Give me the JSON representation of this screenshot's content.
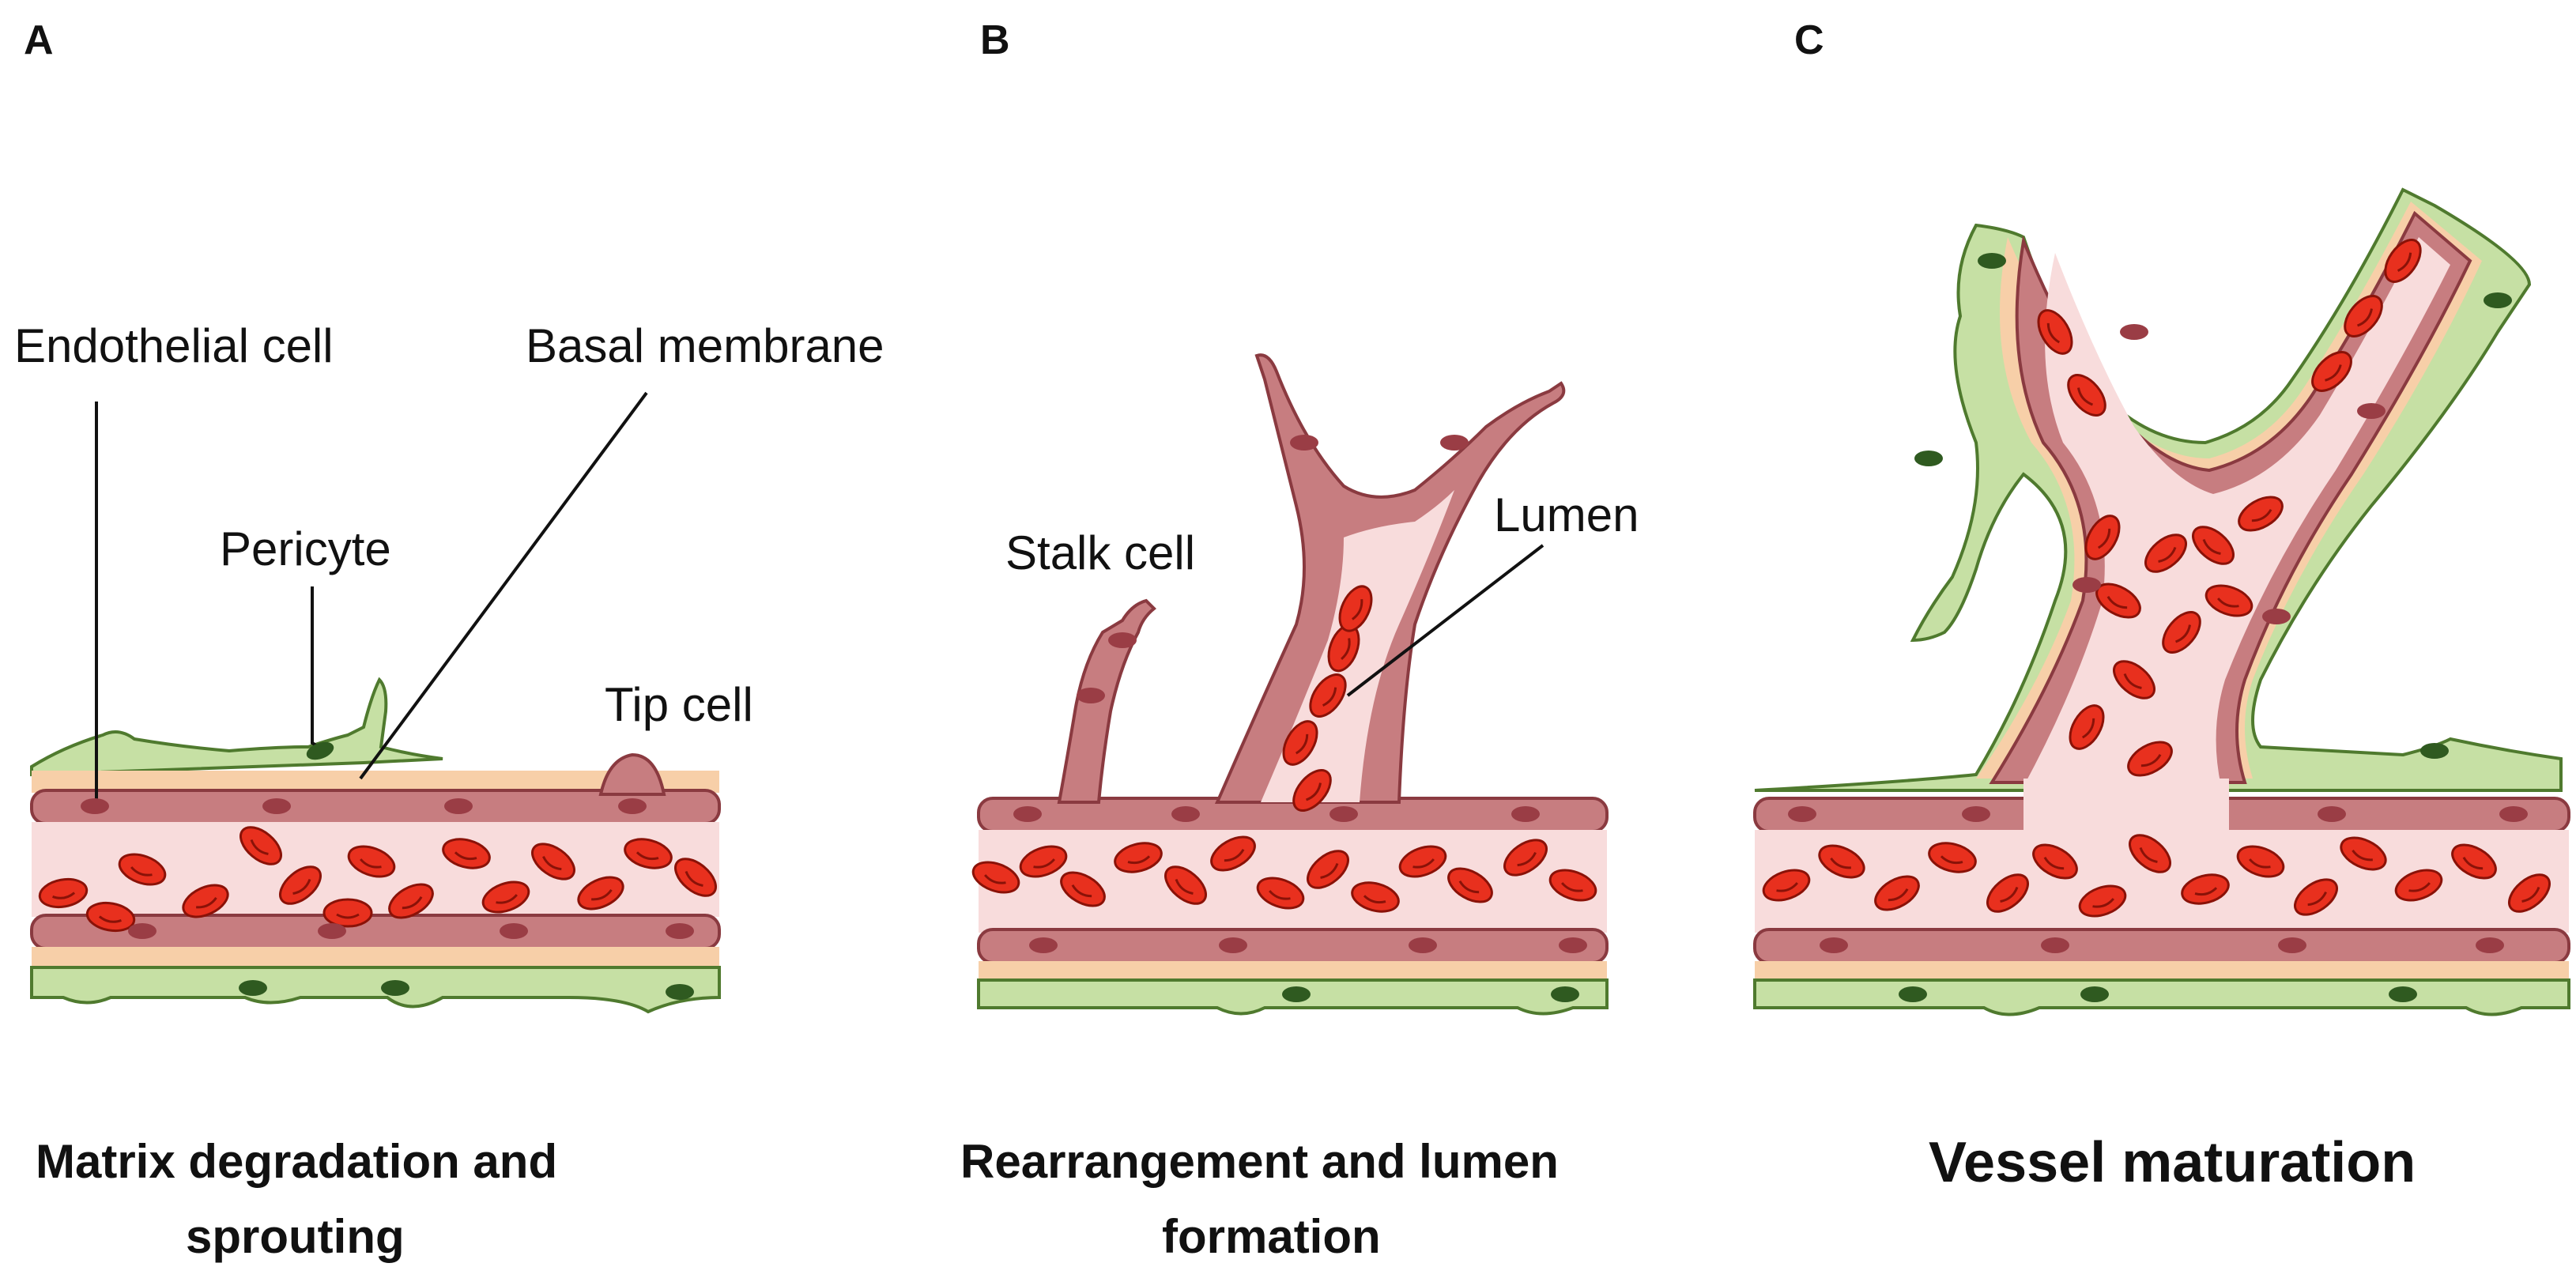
{
  "panels": {
    "a": {
      "letter": "A",
      "labels": {
        "endothelial_cell": "Endothelial cell",
        "basal_membrane": "Basal membrane",
        "pericyte": "Pericyte",
        "tip_cell": "Tip cell"
      },
      "caption_line1": "Matrix degradation and",
      "caption_line2": "sprouting"
    },
    "b": {
      "letter": "B",
      "labels": {
        "stalk_cell": "Stalk cell",
        "lumen": "Lumen"
      },
      "caption_line1": "Rearrangement and lumen",
      "caption_line2": "formation"
    },
    "c": {
      "letter": "C",
      "caption": "Vessel maturation"
    }
  },
  "colors": {
    "endothelium": "#c77d80",
    "endothelium_dark": "#8a3a40",
    "nucleus": "#9a3d45",
    "lumen": "#f8dcdc",
    "blood_cell": "#e8301e",
    "blood_cell_edge": "#8a1208",
    "basal_membrane": "#f7cfa8",
    "pericyte": "#c6e0a4",
    "pericyte_edge": "#4f7a2e",
    "pericyte_nucleus": "#2f5a20"
  }
}
